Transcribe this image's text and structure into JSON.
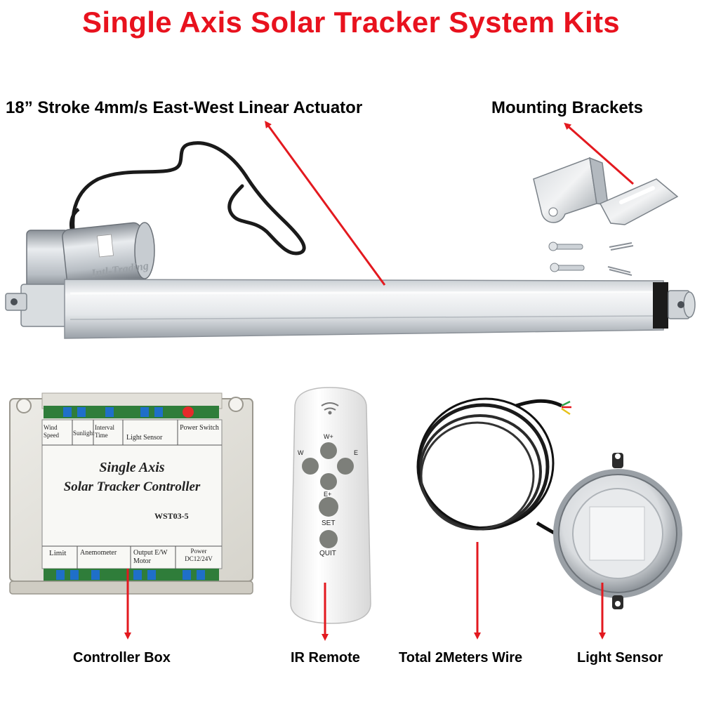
{
  "title": "Single Axis Solar Tracker System Kits",
  "headings": {
    "actuator": "18”  Stroke 4mm/s East-West Linear Actuator",
    "brackets": "Mounting Brackets"
  },
  "captions": {
    "controller": "Controller Box",
    "remote": "IR Remote",
    "wire": "Total 2Meters Wire",
    "sensor": "Light Sensor"
  },
  "controller_labels": {
    "name_line1": "Single Axis",
    "name_line2": "Solar Tracker Controller",
    "model": "WST03-5",
    "wind_speed": "Wind Speed",
    "sunlight": "Sunlight",
    "interval_time": "Interval Time",
    "light_sensor": "Light Sensor",
    "power_switch": "Power Switch",
    "limit": "Limit",
    "anemometer": "Anemometer",
    "output": "Output E/W Motor",
    "power": "Power DC12/24V"
  },
  "remote_labels": {
    "west": "W",
    "east": "E",
    "w_plus": "W+",
    "e_plus": "E+",
    "set": "SET",
    "quit": "QUIT"
  },
  "watermark": "Intl-Trading",
  "colors": {
    "title_red": "#e8121e",
    "arrow_red": "#e3191f",
    "text_black": "#000000"
  }
}
